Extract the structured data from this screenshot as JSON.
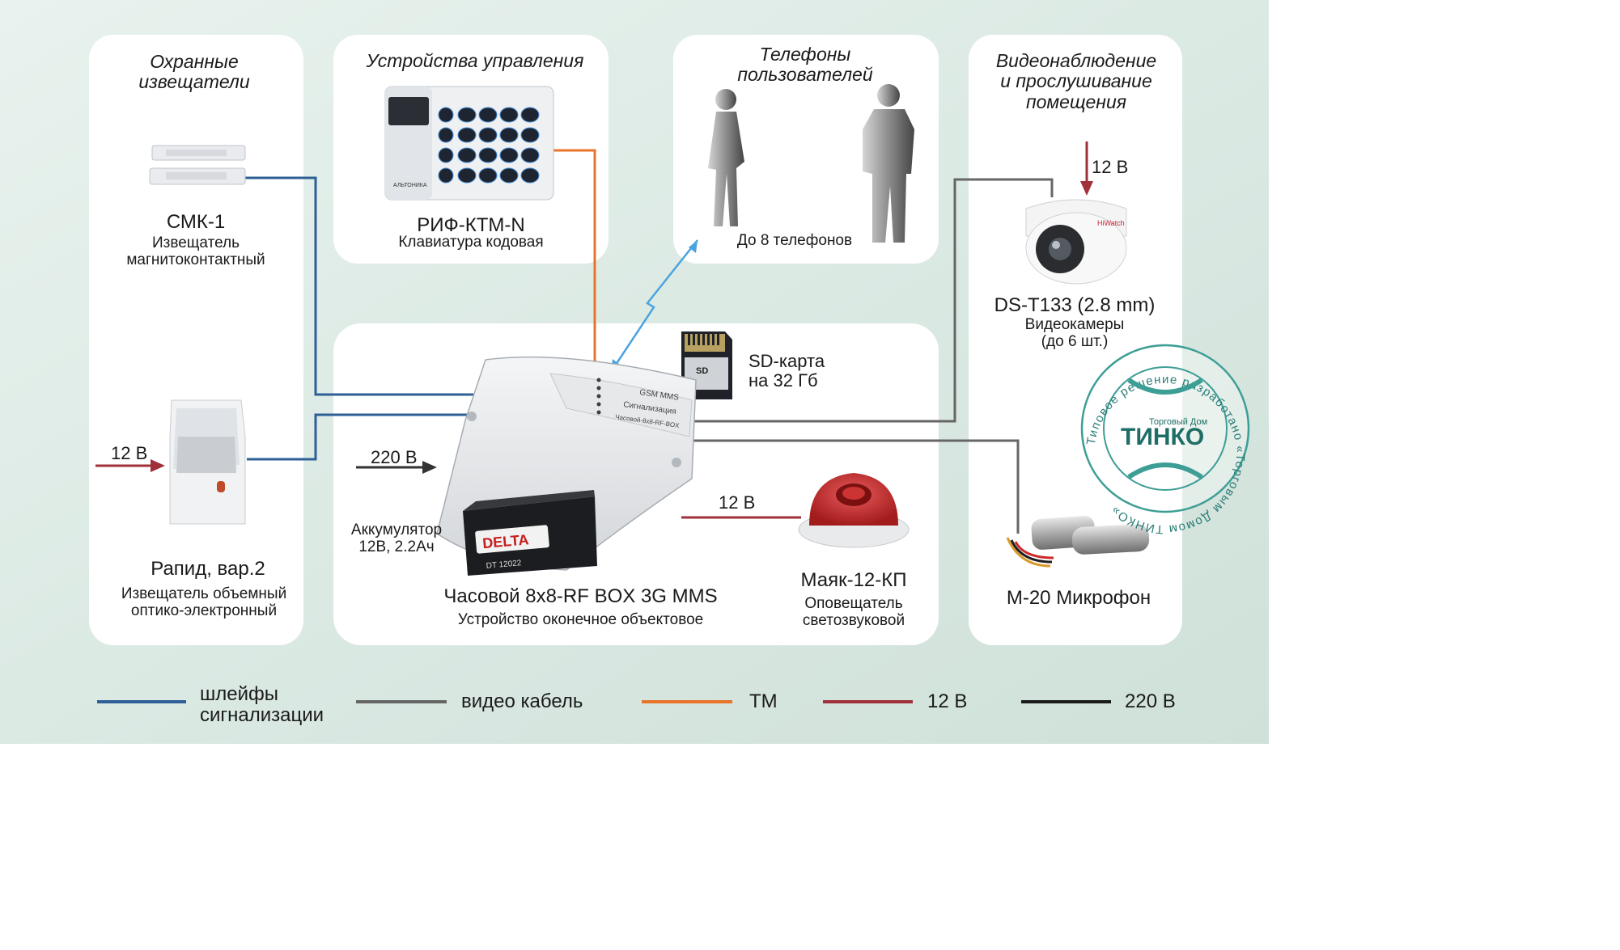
{
  "panels": {
    "detectors": {
      "title": [
        "Охранные",
        "извещатели"
      ],
      "smk": {
        "name": "СМК-1",
        "desc": [
          "Извещатель",
          "магнитоконтактный"
        ]
      },
      "rapid": {
        "name": "Рапид, вар.2",
        "desc": [
          "Извещатель объемный",
          "оптико-электронный"
        ],
        "power": "12 В"
      }
    },
    "control": {
      "title": "Устройства управления",
      "keypad": {
        "name": "РИФ-КТМ-N",
        "desc": "Клавиатура кодовая",
        "brand": "АЛЬТОНИКА"
      }
    },
    "phones": {
      "title": [
        "Телефоны",
        "пользователей"
      ],
      "note": "До 8 телефонов"
    },
    "video": {
      "title": [
        "Видеонаблюдение",
        "и прослушивание",
        "помещения"
      ],
      "power": "12 В",
      "camera": {
        "name": "DS-T133 (2.8 mm)",
        "desc": [
          "Видеокамеры",
          "(до 6 шт.)"
        ],
        "brand": "HiWatch"
      },
      "mic": {
        "name": "М-20 Микрофон"
      }
    },
    "center": {
      "sd": {
        "label": [
          "SD-карта",
          "на 32 Гб"
        ],
        "card_text": "SD"
      },
      "power220": "220 В",
      "battery": {
        "label": [
          "Аккумулятор",
          "12В, 2.2Ач"
        ],
        "brand": "DELTA",
        "model": "DT 12022"
      },
      "device": {
        "name": "Часовой 8x8-RF BOX 3G MMS",
        "desc": "Устройство оконечное объектовое",
        "case_lines": [
          "GSM MMS",
          "Сигнализация",
          "Часовой-8х8-RF-BOX"
        ]
      },
      "siren": {
        "name": "Маяк-12-КП",
        "desc": [
          "Оповещатель",
          "светозвуковой"
        ],
        "power": "12 В"
      }
    }
  },
  "stamp": {
    "ring_text": "Типовое решение разработано «Торговым Домом ТИНКО»",
    "small": "Торговый Дом",
    "big": "ТИНКО"
  },
  "legend": [
    {
      "label": [
        "шлейфы",
        "сигнализации"
      ],
      "color": "#2e5f96"
    },
    {
      "label": [
        "видео кабель"
      ],
      "color": "#666666"
    },
    {
      "label": [
        "ТМ"
      ],
      "color": "#e8742a"
    },
    {
      "label": [
        "12 В"
      ],
      "color": "#a0303a"
    },
    {
      "label": [
        "220 В"
      ],
      "color": "#1a1a1a"
    }
  ]
}
